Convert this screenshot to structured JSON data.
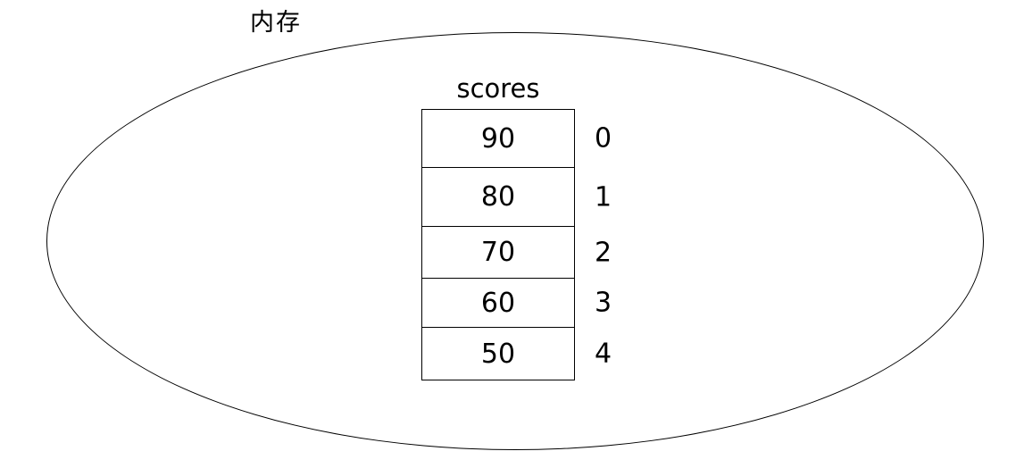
{
  "diagram": {
    "memory_label": "内存",
    "array": {
      "name": "scores",
      "cells": [
        {
          "value": "90",
          "index": "0"
        },
        {
          "value": "80",
          "index": "1"
        },
        {
          "value": "70",
          "index": "2"
        },
        {
          "value": "60",
          "index": "3"
        },
        {
          "value": "50",
          "index": "4"
        }
      ]
    },
    "colors": {
      "stroke": "#000000",
      "text": "#000000",
      "background": "#ffffff"
    }
  }
}
